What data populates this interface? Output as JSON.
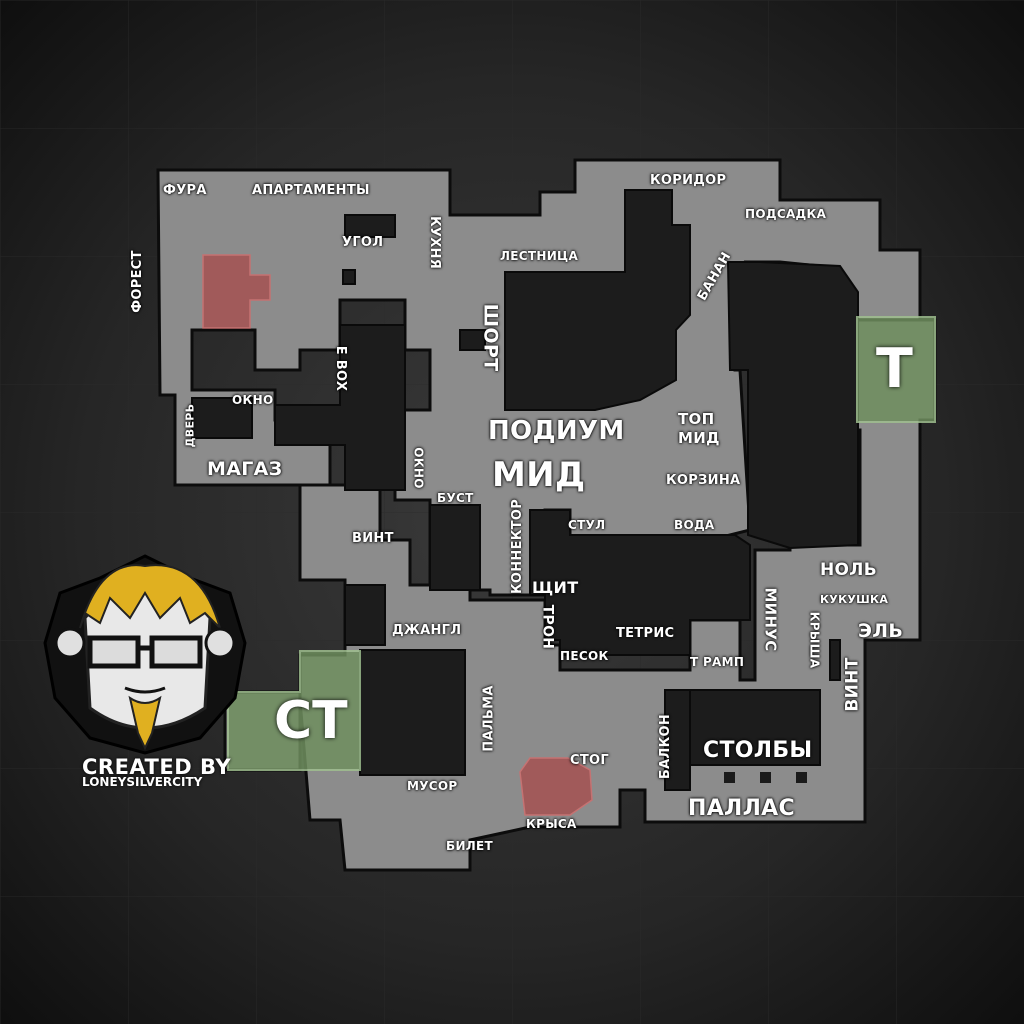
{
  "map": {
    "callouts": {
      "fura": "ФУРА",
      "apartamenty": "АПАРТАМЕНТЫ",
      "koridor": "КОРИДОР",
      "podsadka": "ПОДСАДКА",
      "ugol": "УГОЛ",
      "kukhnya": "КУХНЯ",
      "lestnitsa": "ЛЕСТНИЦА",
      "forest": "ФОРЕСТ",
      "banan": "БАНАН",
      "short": "ШОРТ",
      "ebox": "E BOX",
      "okno_top": "ОКНО",
      "dver": "ДВЕРЬ",
      "podium": "ПОДИУМ",
      "top_mid": "ТОП\nМИД",
      "magaz": "МАГАЗ",
      "okno_mid": "ОКНО",
      "mid": "МИД",
      "korzina": "КОРЗИНА",
      "bust": "БУСТ",
      "konnektor": "КОННЕКТОР",
      "stul": "СТУЛ",
      "voda": "ВОДА",
      "vint_left": "ВИНТ",
      "nol": "НОЛЬ",
      "shchit": "ЩИТ",
      "minus": "МИНУС",
      "kukushka": "КУКУШКА",
      "tron": "ТРОН",
      "el": "ЭЛЬ",
      "dzhangl": "ДЖАНГЛ",
      "tetris": "ТЕТРИС",
      "pesok": "ПЕСОК",
      "t_ramp": "Т РАМП",
      "krysha": "КРЫША",
      "vint_right": "ВИНТ",
      "palma": "ПАЛЬМА",
      "balkon": "БАЛКОН",
      "stolby": "СТОЛБЫ",
      "stog": "СТОГ",
      "musor": "МУСОР",
      "krysa": "КРЫСА",
      "pallas": "ПАЛЛАС",
      "bilet": "БИЛЕТ"
    },
    "spawns": {
      "t": "T",
      "ct": "CT",
      "t_color": "#6f8f5f",
      "ct_color": "#6f8f5f"
    },
    "bombsite_color": "#a84a4a",
    "floor_color": "#8a8a8a",
    "wall_color": "#1a1a1a"
  },
  "credits": {
    "created_by": "CREATED BY",
    "author": "LONEYSILVERCITY"
  }
}
